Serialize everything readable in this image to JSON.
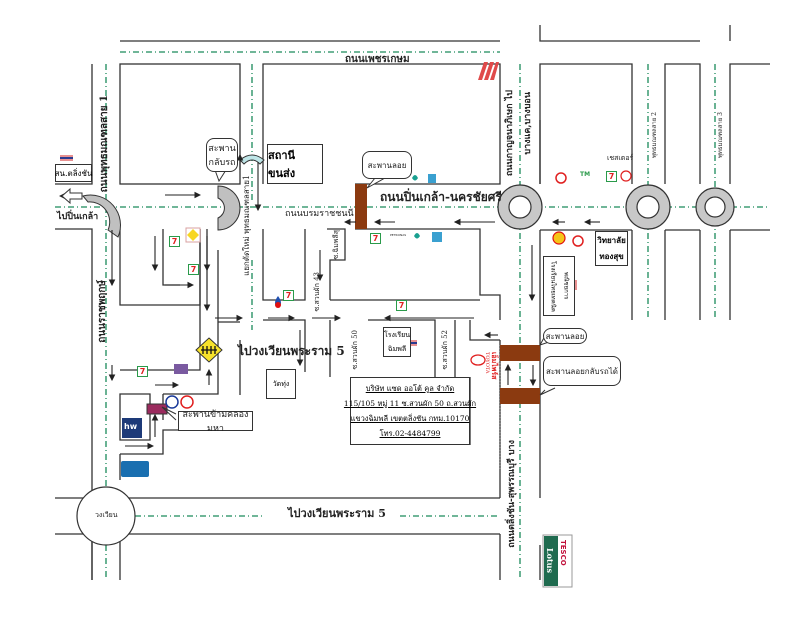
{
  "map": {
    "title": "แผนที่ บริษัท แซด ออโต้ คูล จำกัด",
    "colors": {
      "road_line": "#333333",
      "center_line": "#1a8a5a",
      "roundabout": "#c8c8c8",
      "bridge": "#8b3a10",
      "skywalk": "#9b2b5e",
      "seven_eleven": "#2a9a4a"
    },
    "roads": {
      "phetkasem": "ถนนเพชรเกษม",
      "borommaratchachonnani": "ถนนบรมราชชนนี",
      "pinklao_nakhonchaisri": "ถนนปิ่นเกล้า-นครชัยศรี",
      "phutthamonthon_sai1": "ถนนพุทธมณฑลสาย 1",
      "ratchaphruek_left": "ถนนราชพฤกษ์",
      "kanchanaphisek": "ถนนกาญจนาภิเษก ไป",
      "bangkae_bangbon": "บางแค,บางบอน",
      "phutthamonthon_sai2": "พุทธมณฑลสาย 2",
      "phutthamonthon_sai3": "พุทธมณฑลสาย 3",
      "taling_chan_suphan": "ถนนตลิ่งชัน-สุพรรณบุรี บาง",
      "shortcut_new": "แยกตัดใหม่ พุทธมณฑลสาย1",
      "to_ring_rama5": "ไปวงเวียนพระราม 5",
      "to_pinklao": "ไปปิ่นเกล้า",
      "roundabout": "วงเวียน",
      "soi_sawang_43": "ซ.สวนผัก 43",
      "soi_sawang_50": "ซ.สวนผัก 50",
      "soi_sawang_52": "ซ.สวนผัก 52",
      "soi_chimplee": "ซ.ฉิมพลีสุ"
    },
    "places": {
      "bus_terminal": "สถานีขนส่ง",
      "taling_chan_district": "สน.ตลิ่งชัน",
      "school_chimplee_l1": "โรงเรียน",
      "school_chimplee_l2": "ฉิมพลี",
      "temple": "วัดทุ่ง",
      "college_l1": "วิทยาลัย",
      "college_l2": "ทองสุข",
      "school_right_l1": "โรงเรียนไทยเทคนิค",
      "school_right_l2": "พณิชยการ",
      "chester": "เชสเตอร์",
      "toyota_l1": "TOYOTA",
      "toyota_l2": "เอ็มไพร์ส",
      "tesco": "TESCO",
      "lotus": "Lotus"
    },
    "callouts": {
      "u_turn_bridge": "สะพาน กลับรถ",
      "underpass_bridge": "สะพานลอย",
      "canal_bridge": "สะพานข้ามคลองมหา",
      "overpass_right": "สะพานลอย",
      "overpass_uturn": "สะพานลอยกลับรถได้"
    },
    "company": {
      "name": "บริษัท แซด ออโต้ คูล จำกัด",
      "address1": "115/105 หมู่ 11 ซ.สวนผัก 50 ถ.สวนผัก",
      "address2": "แขวงฉิมพลี เขตตลิ่งชัน กทม.10170",
      "phone": "โทร.02-4484799"
    },
    "brand_icons": {
      "seven": "7",
      "petronas": "PETRONAS",
      "hw": "hw",
      "scb": "SCB",
      "tm": "TM"
    }
  }
}
